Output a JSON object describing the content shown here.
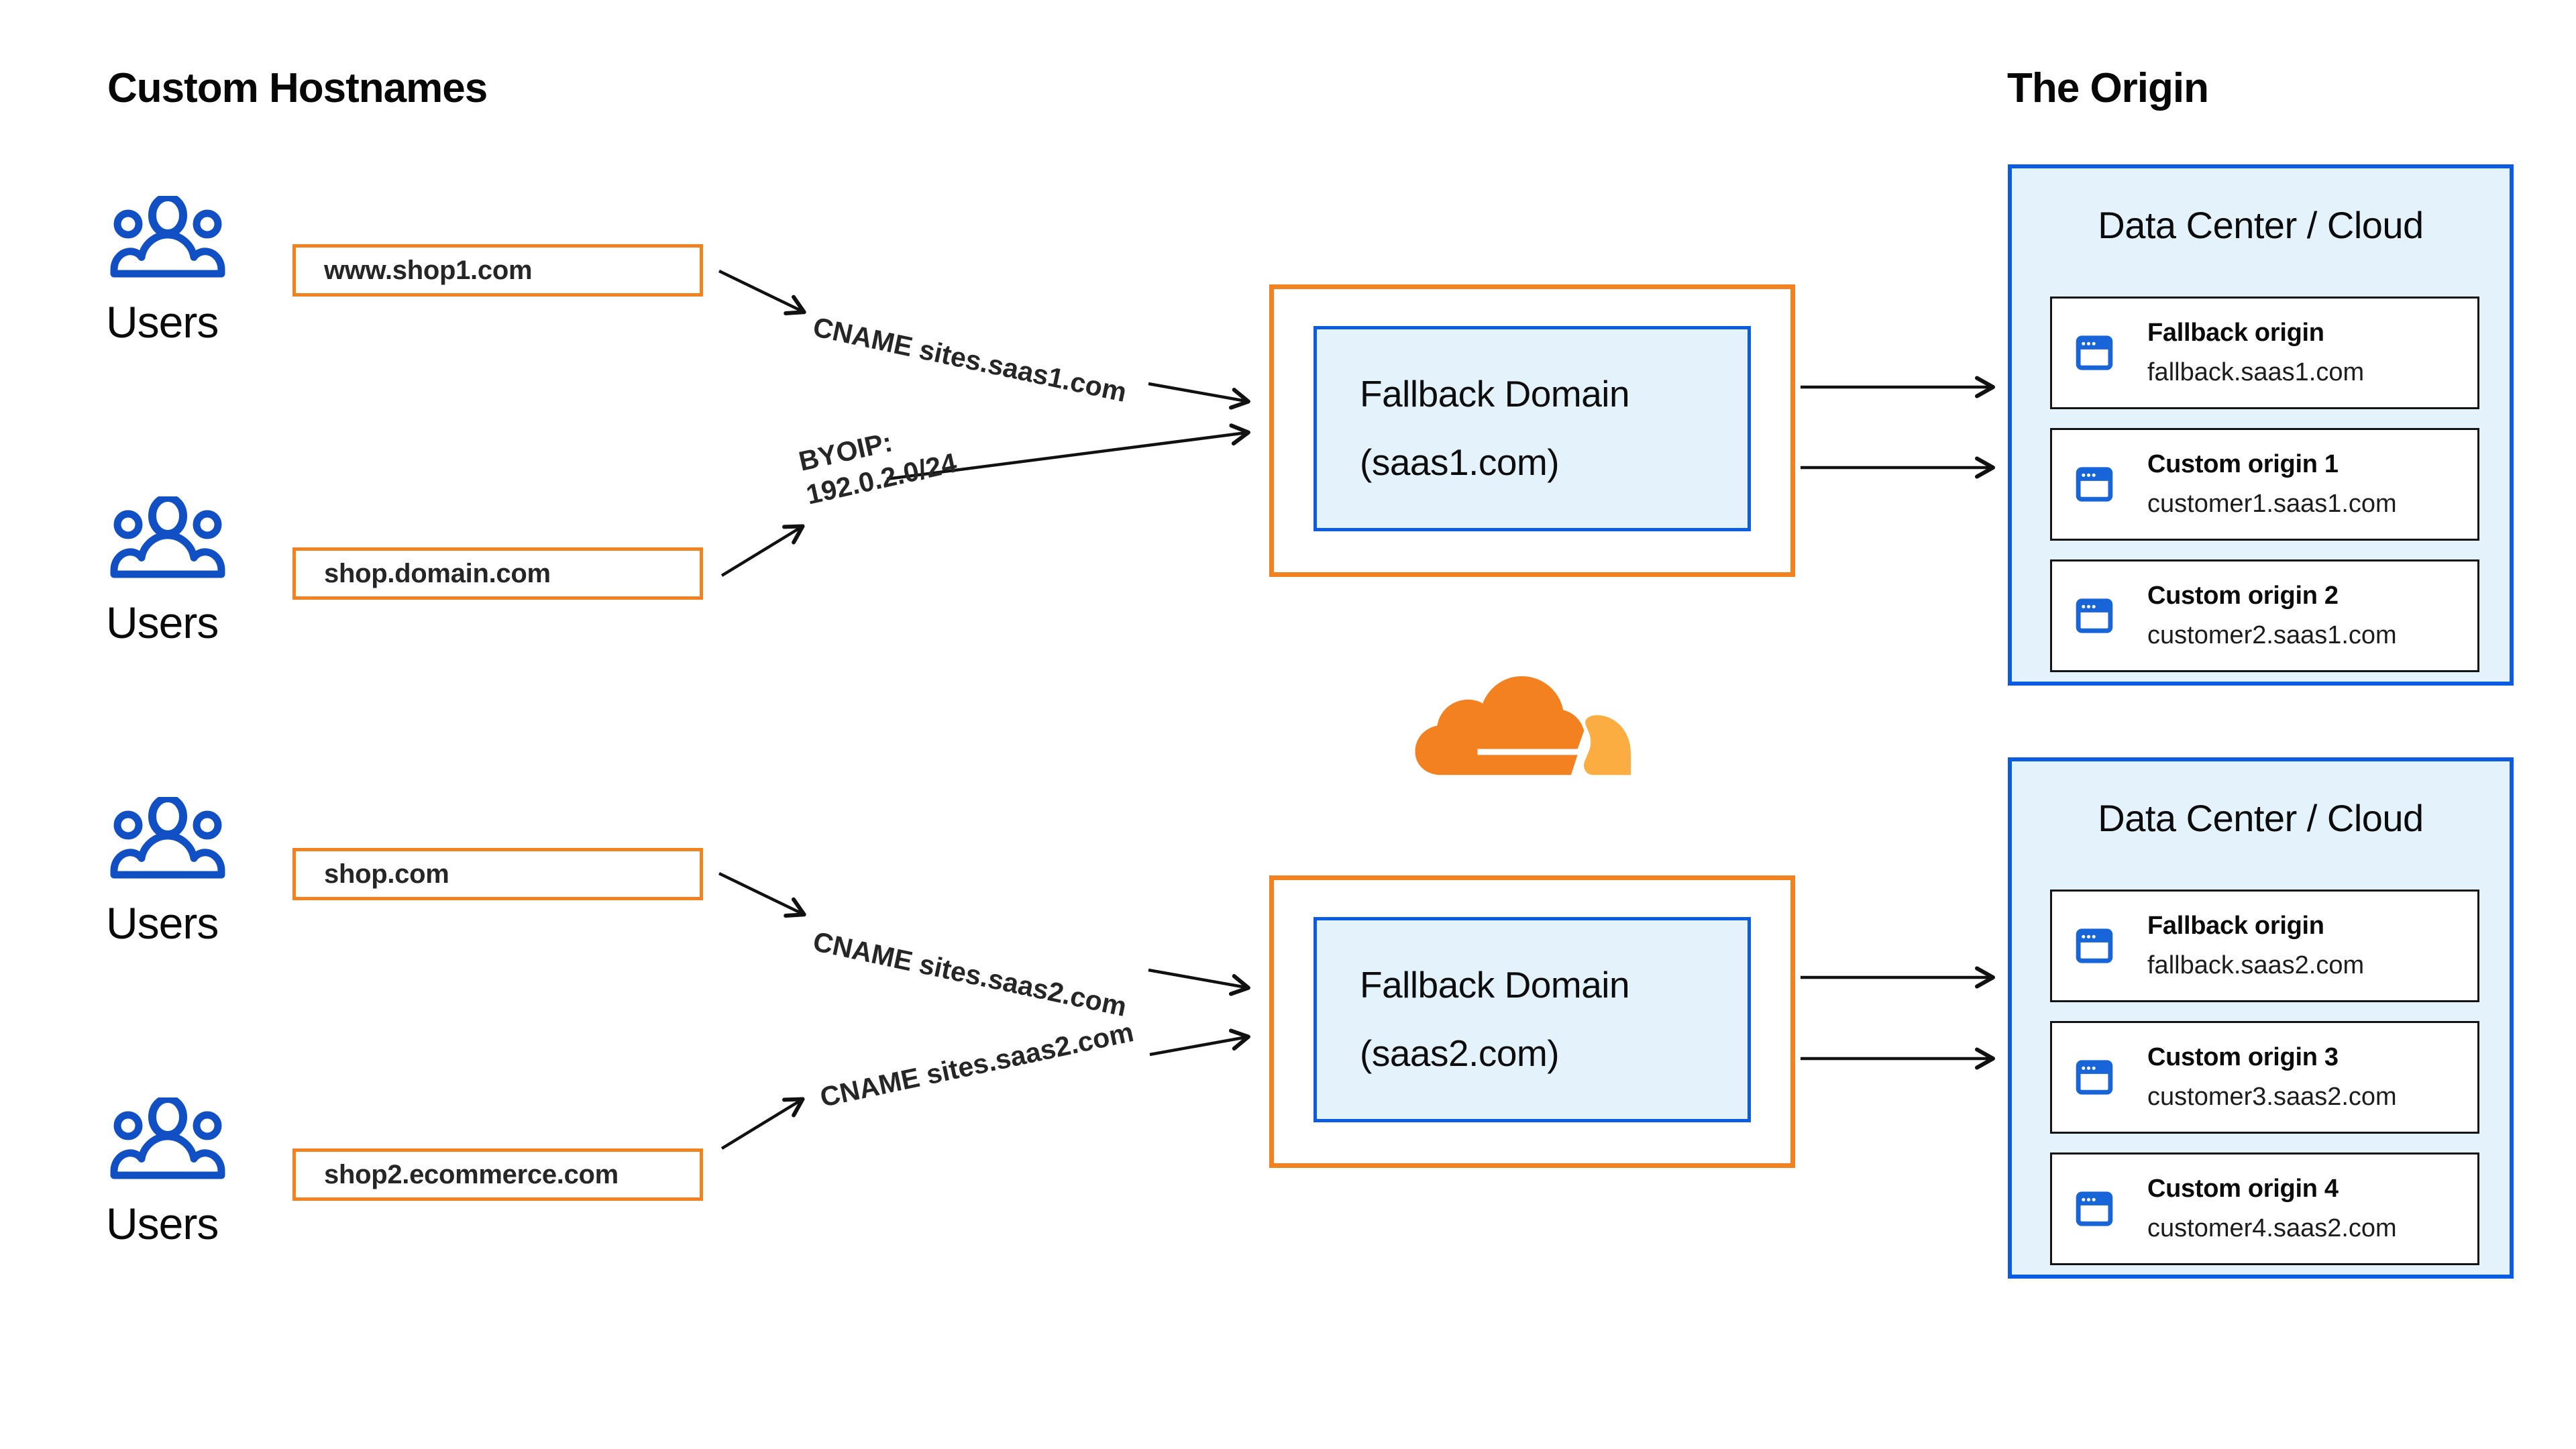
{
  "headings": {
    "custom_hostnames": "Custom Hostnames",
    "the_origin": "The Origin"
  },
  "users_label": "Users",
  "hostnames": [
    "www.shop1.com",
    "shop.domain.com",
    "shop.com",
    "shop2.ecommerce.com"
  ],
  "edge_labels": {
    "cname_saas1": "CNAME sites.saas1.com",
    "byoip_line1": "BYOIP:",
    "byoip_line2": "192.0.2.0/24",
    "cname_saas2_upper": "CNAME sites.saas2.com",
    "cname_saas2_lower": "CNAME sites.saas2.com"
  },
  "fallback_domains": [
    {
      "title": "Fallback Domain",
      "subtitle": "(saas1.com)"
    },
    {
      "title": "Fallback Domain",
      "subtitle": "(saas2.com)"
    }
  ],
  "data_centers": [
    {
      "title": "Data Center / Cloud",
      "origins": [
        {
          "name": "Fallback origin",
          "host": "fallback.saas1.com"
        },
        {
          "name": "Custom origin 1",
          "host": "customer1.saas1.com"
        },
        {
          "name": "Custom origin 2",
          "host": "customer2.saas1.com"
        }
      ]
    },
    {
      "title": "Data Center / Cloud",
      "origins": [
        {
          "name": "Fallback origin",
          "host": "fallback.saas2.com"
        },
        {
          "name": "Custom origin 3",
          "host": "customer3.saas2.com"
        },
        {
          "name": "Custom origin 4",
          "host": "customer4.saas2.com"
        }
      ]
    }
  ],
  "icons": {
    "users": "users-group-icon",
    "origin_server": "browser-window-icon",
    "middle_logo": "cloudflare-cloud-logo"
  },
  "colors": {
    "orange_border": "#F2821F",
    "blue_border": "#0A5CE2",
    "light_blue_fill": "#E3F2FB",
    "users_icon_blue": "#1150C4",
    "browser_icon_blue": "#1765D8",
    "cloudflare_orange": "#F48120",
    "cloudflare_light_orange": "#FBAD41",
    "arrow_color": "#111111"
  }
}
